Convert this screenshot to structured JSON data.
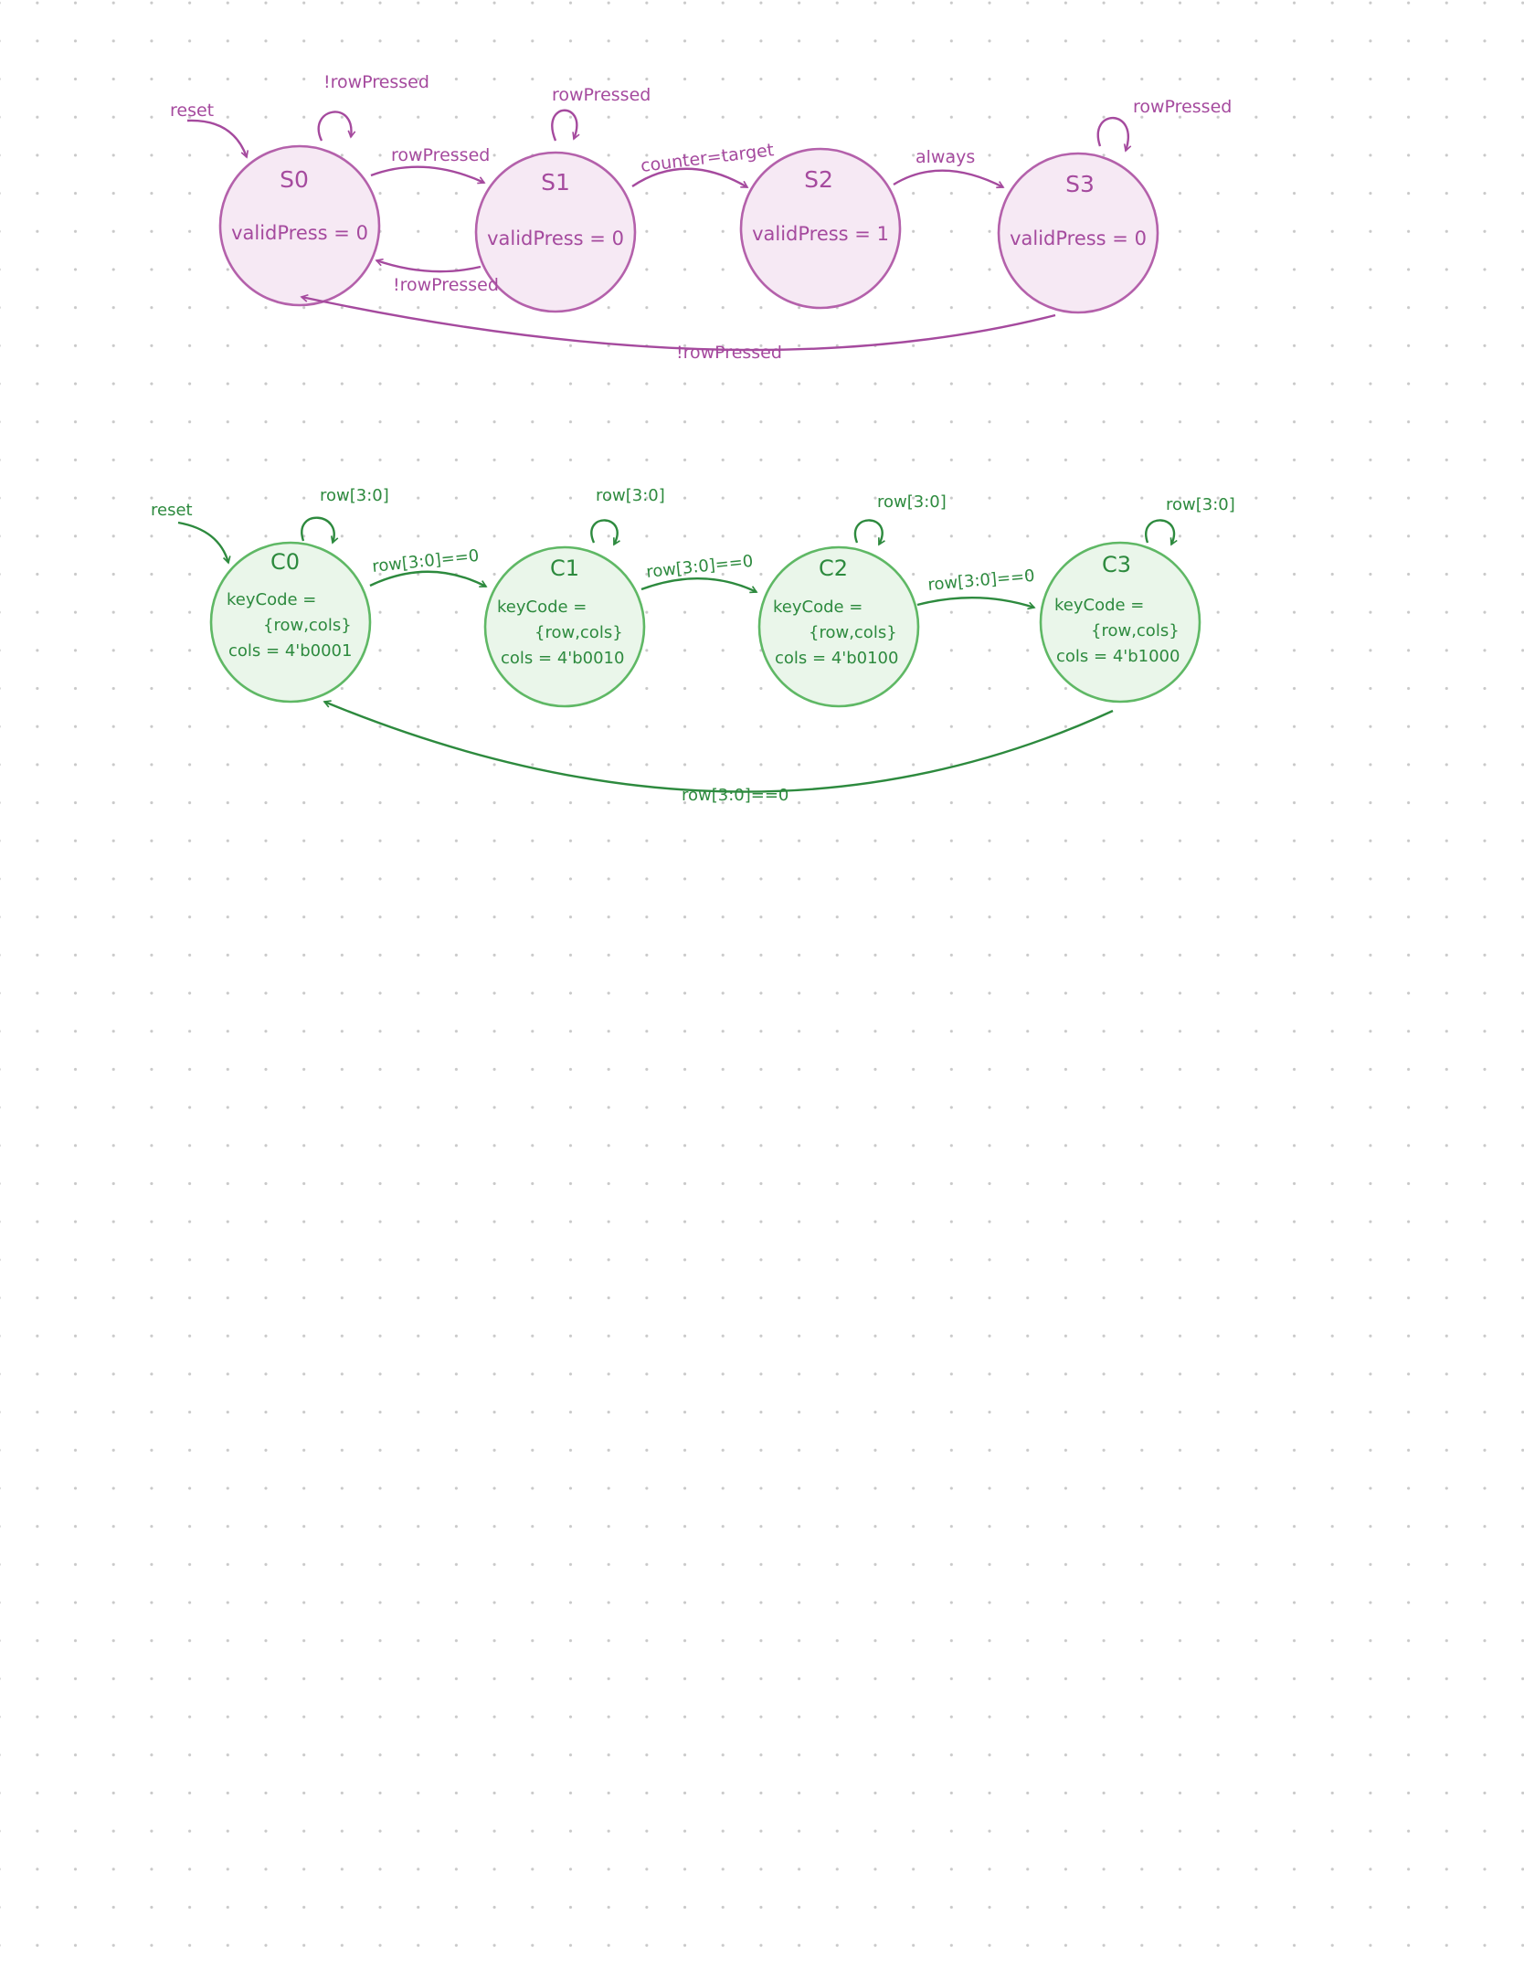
{
  "colors": {
    "purple_stroke": "#a54a9e",
    "purple_fill": "#f6e9f4",
    "green_stroke": "#2d8a3e",
    "green_fill": "#eaf6ea",
    "dot_grid": "#c9c9c9"
  },
  "fsm_debounce": {
    "reset_label": "reset",
    "states": [
      {
        "name": "S0",
        "output": "validPress = 0",
        "self_loop": "!rowPressed"
      },
      {
        "name": "S1",
        "output": "validPress = 0",
        "self_loop": "rowPressed"
      },
      {
        "name": "S2",
        "output": "validPress = 1",
        "self_loop": ""
      },
      {
        "name": "S3",
        "output": "validPress = 0",
        "self_loop": "rowPressed"
      }
    ],
    "transitions": {
      "s0_s1": "rowPressed",
      "s1_s0": "!rowPressed",
      "s1_s2": "counter=target",
      "s2_s3": "always",
      "s3_s0": "!rowPressed"
    }
  },
  "fsm_scan": {
    "reset_label": "reset",
    "output_line1": "keyCode =",
    "output_line2": "{row,cols}",
    "states": [
      {
        "name": "C0",
        "cols": "cols = 4'b0001",
        "self_loop": "row[3:0]"
      },
      {
        "name": "C1",
        "cols": "cols = 4'b0010",
        "self_loop": "row[3:0]"
      },
      {
        "name": "C2",
        "cols": "cols = 4'b0100",
        "self_loop": "row[3:0]"
      },
      {
        "name": "C3",
        "cols": "cols = 4'b1000",
        "self_loop": "row[3:0]"
      }
    ],
    "transitions": {
      "c0_c1": "row[3:0]==0",
      "c1_c2": "row[3:0]==0",
      "c2_c3": "row[3:0]==0",
      "c3_c0": "row[3:0]==0"
    }
  }
}
